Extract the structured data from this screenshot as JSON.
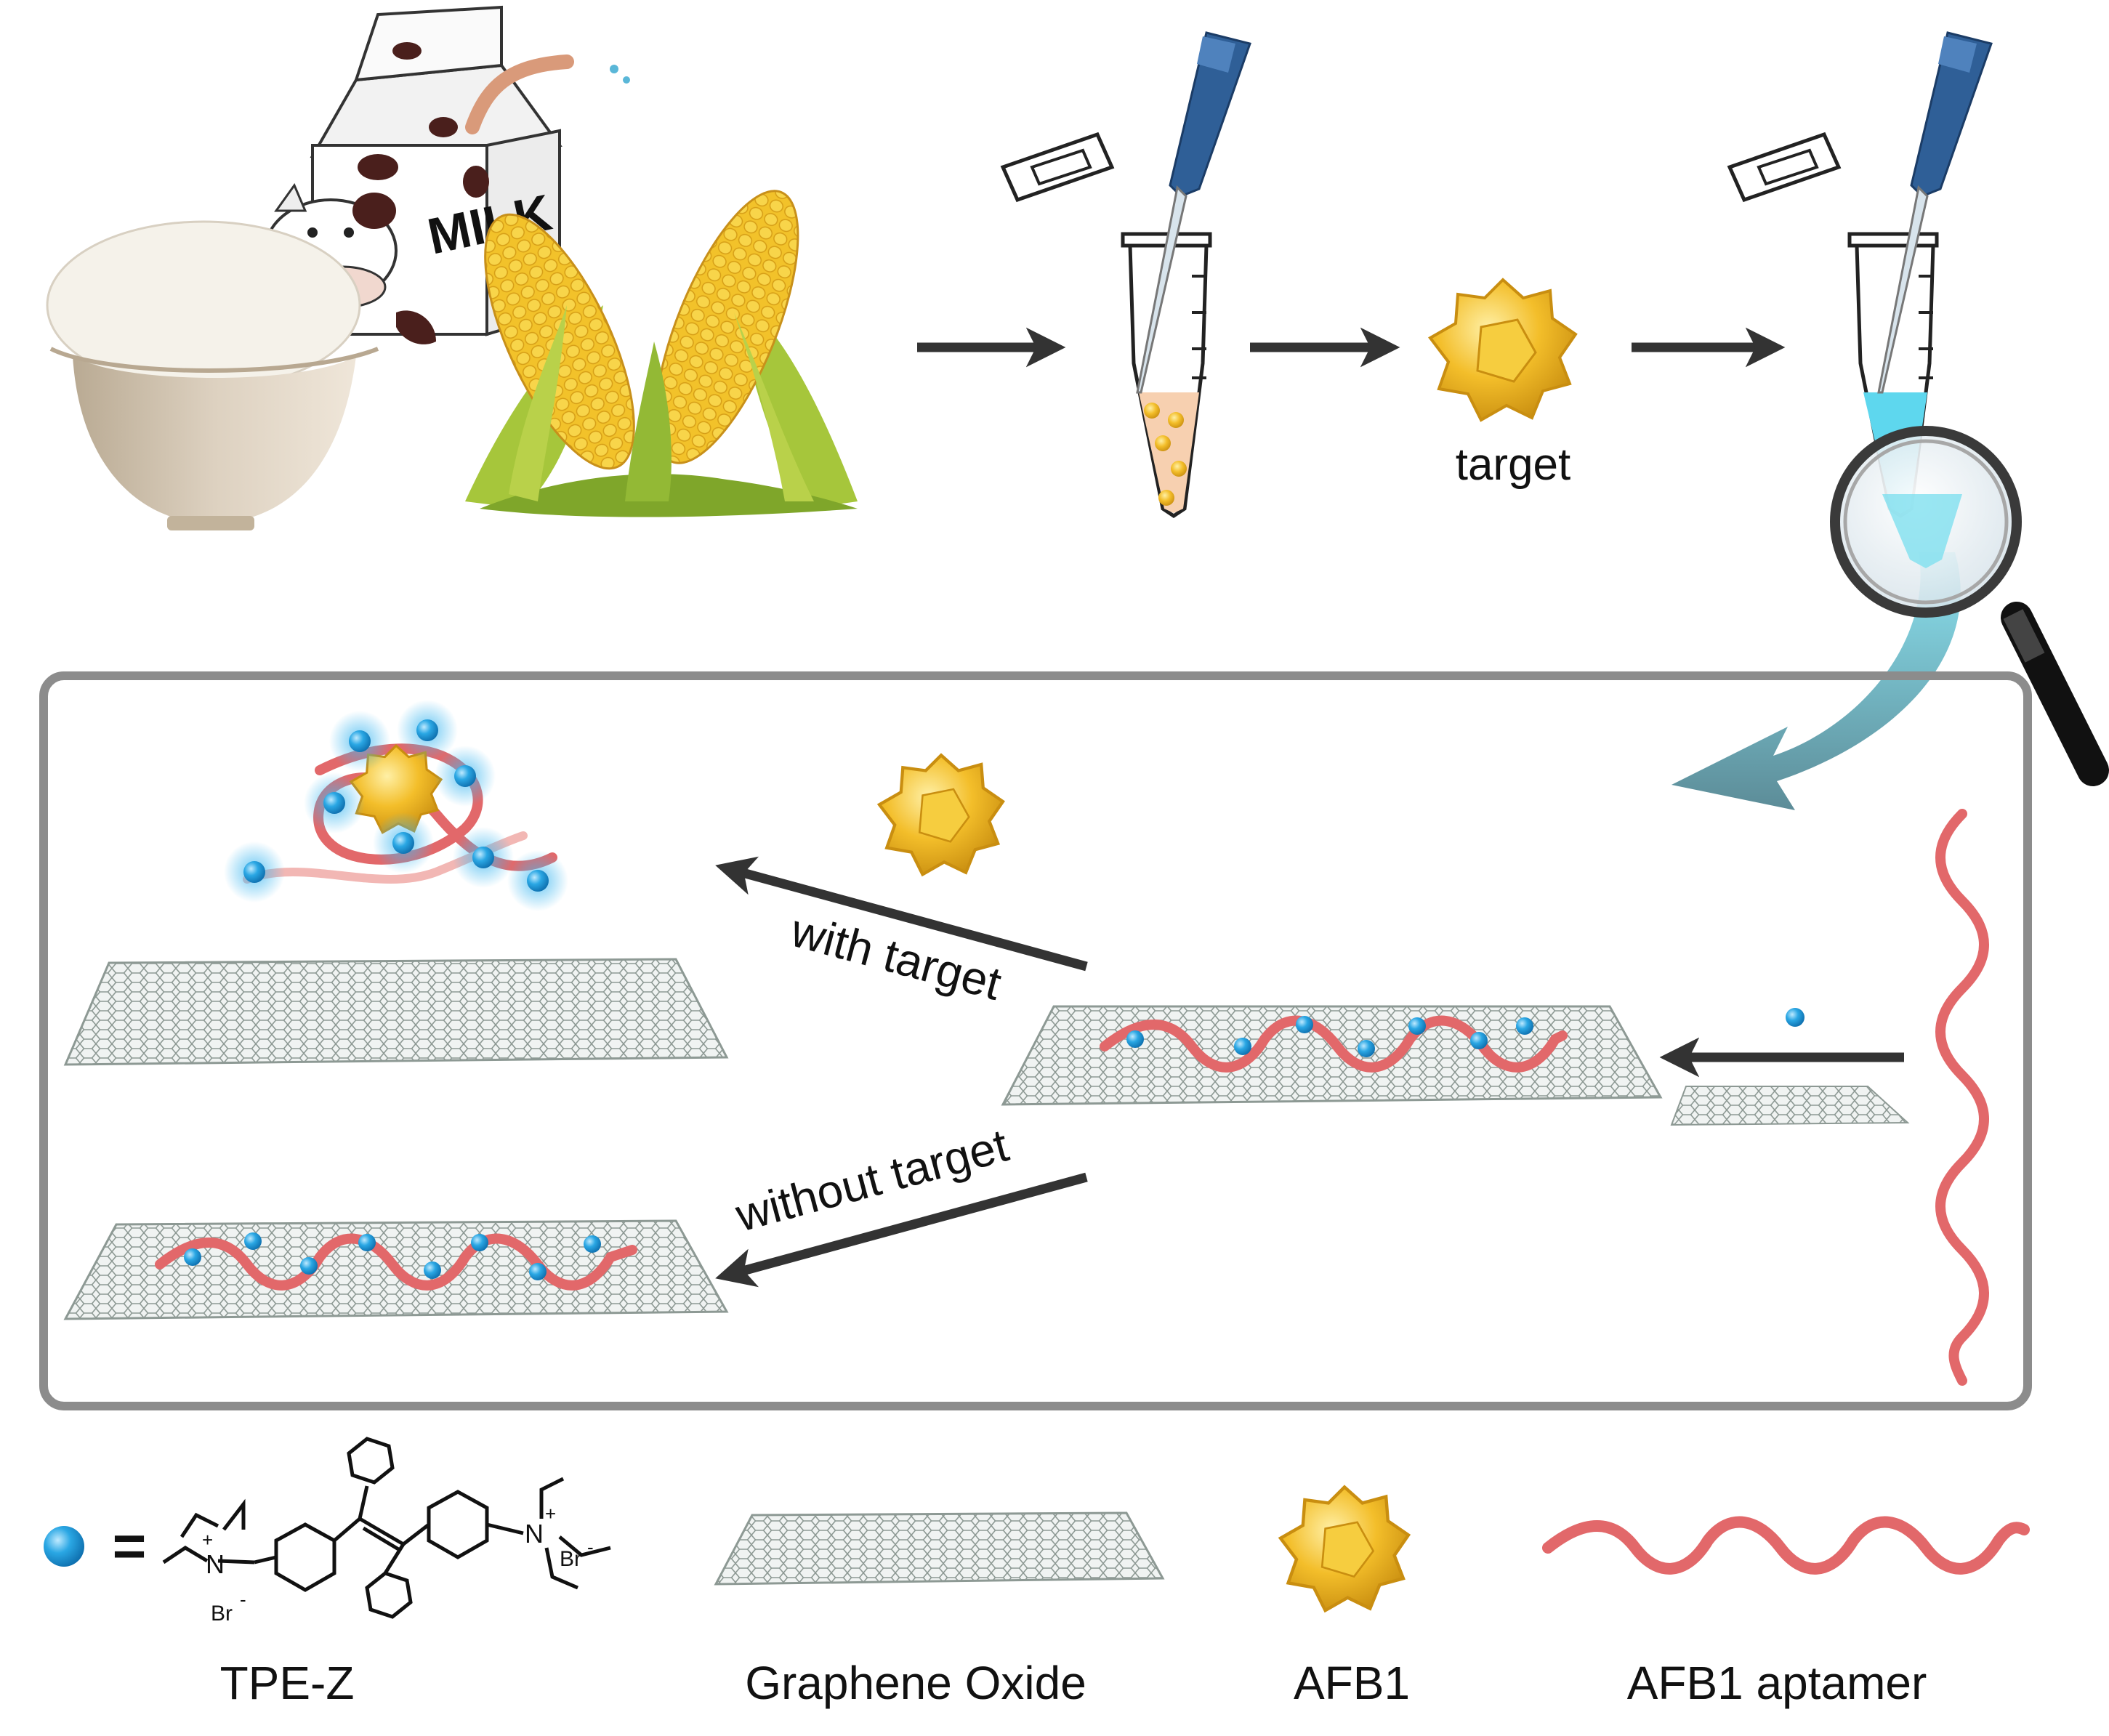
{
  "labels": {
    "target": "target",
    "with_target": "with target",
    "without_target": "without target",
    "milk": "MILK"
  },
  "legend": {
    "tpe_z": "TPE-Z",
    "equals": "=",
    "graphene_oxide": "Graphene Oxide",
    "afb1": "AFB1",
    "afb1_aptamer": "AFB1 aptamer"
  },
  "chem": {
    "n_plus": "N",
    "plus": "+",
    "br": "Br",
    "minus": "-"
  },
  "colors": {
    "arrow": "#333333",
    "frame": "#8c8c8c",
    "aptamer": "#e2686a",
    "tpe_dot": "#2aa7e4",
    "afb1_gold": "#f3be2a",
    "graphene": "#9aa6a2",
    "pipette": "#2f5f97",
    "liquid_sample": "#f7d0b0",
    "liquid_signal": "#5ed7ee",
    "corn": "#f2c22a",
    "leaf": "#a6c63b",
    "bowl": "#d8ccba",
    "rice": "#f5f2ea"
  },
  "icons": [
    "rice-bowl-icon",
    "milk-carton-icon",
    "corn-icon",
    "pipette-icon",
    "centrifuge-tube-icon",
    "afb1-molecule-icon",
    "magnifier-icon",
    "graphene-sheet-icon",
    "aptamer-helix-icon",
    "tpe-z-dot-icon"
  ]
}
